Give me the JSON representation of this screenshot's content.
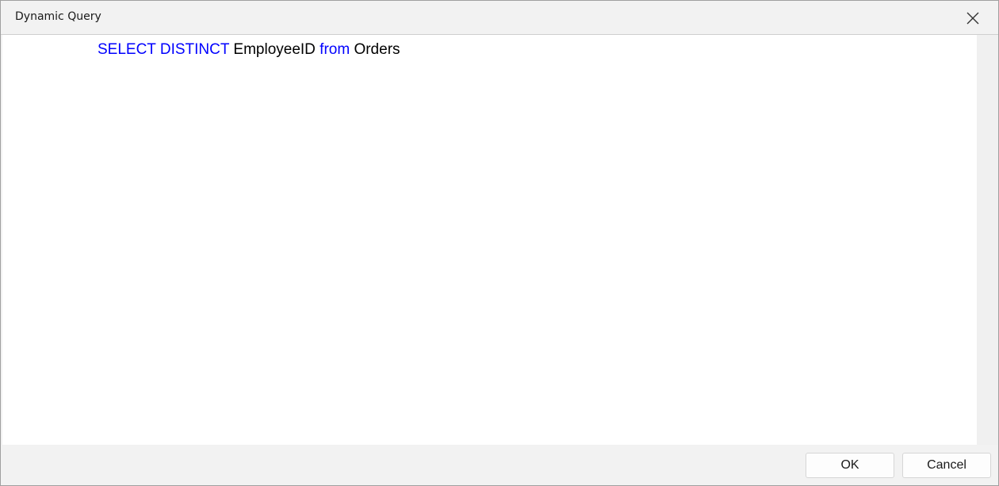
{
  "window": {
    "title": "Dynamic Query",
    "close_icon": "close-icon"
  },
  "editor": {
    "tokens": [
      {
        "text": "SELECT DISTINCT",
        "type": "keyword"
      },
      {
        "text": " EmployeeID ",
        "type": "identifier"
      },
      {
        "text": "from",
        "type": "keyword"
      },
      {
        "text": " Orders",
        "type": "identifier"
      }
    ],
    "keyword_color": "#0000ff",
    "text_color": "#000000"
  },
  "footer": {
    "ok_label": "OK",
    "cancel_label": "Cancel"
  }
}
